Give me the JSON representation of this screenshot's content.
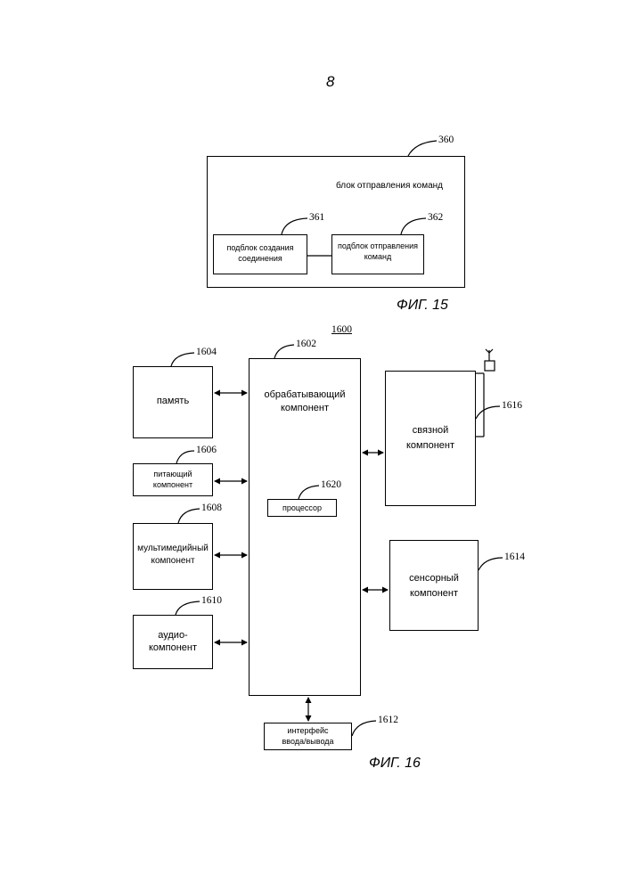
{
  "page_number": "8",
  "fig15": {
    "caption": "ФИГ. 15",
    "outer": {
      "ref": "360",
      "label": "блок отправления команд"
    },
    "sub1": {
      "ref": "361",
      "label_line1": "подблок создания",
      "label_line2": "соединения"
    },
    "sub2": {
      "ref": "362",
      "label_line1": "подблок отправления",
      "label_line2": "команд"
    }
  },
  "fig16": {
    "caption": "ФИГ. 16",
    "device_ref": "1600",
    "processing": {
      "ref": "1602",
      "label_line1": "обрабатывающий",
      "label_line2": "компонент"
    },
    "processor": {
      "ref": "1620",
      "label": "процессор"
    },
    "memory": {
      "ref": "1604",
      "label": "память"
    },
    "power": {
      "ref": "1606",
      "label_line1": "питающий",
      "label_line2": "компонент"
    },
    "multimedia": {
      "ref": "1608",
      "label_line1": "мультимедийный",
      "label_line2": "компонент"
    },
    "audio": {
      "ref": "1610",
      "label_line1": "аудио-",
      "label_line2": "компонент"
    },
    "io": {
      "ref": "1612",
      "label_line1": "интерфейс",
      "label_line2": "ввода/вывода"
    },
    "sensor": {
      "ref": "1614",
      "label_line1": "сенсорный",
      "label_line2": "компонент"
    },
    "comm": {
      "ref": "1616",
      "label_line1": "связной",
      "label_line2": "компонент"
    }
  }
}
